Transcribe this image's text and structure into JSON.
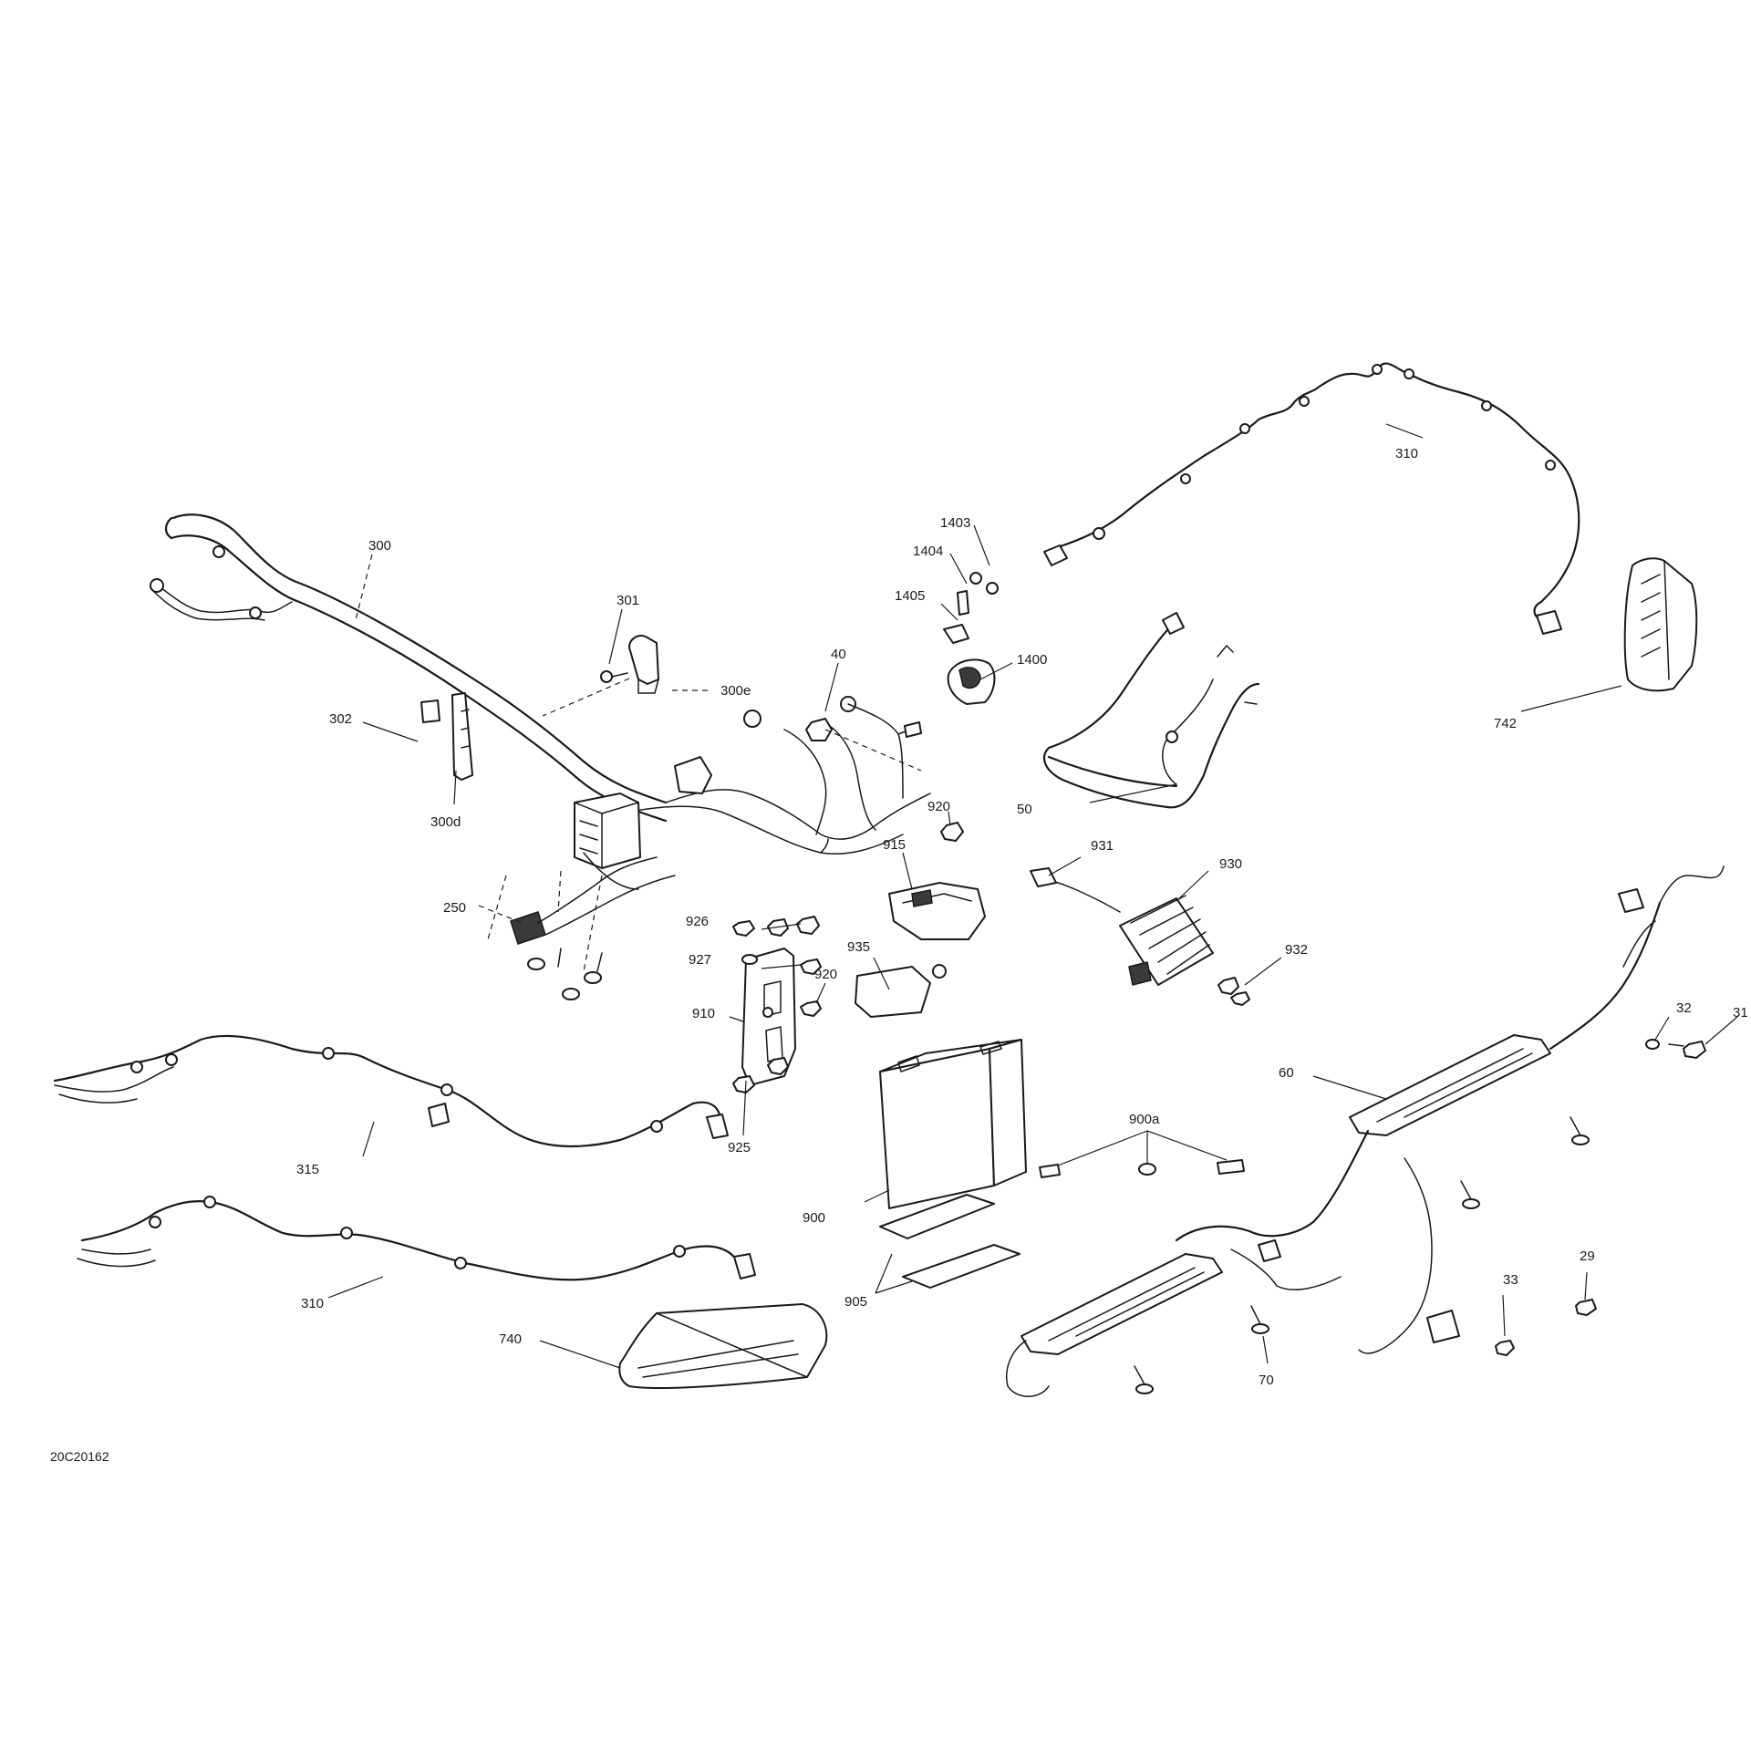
{
  "figure_code": "20C20162",
  "callouts": {
    "c300": "300",
    "c301": "301",
    "c300e": "300e",
    "c302": "302",
    "c300d": "300d",
    "c250": "250",
    "c40": "40",
    "c1403": "1403",
    "c1404": "1404",
    "c1405": "1405",
    "c1400": "1400",
    "c310_top": "310",
    "c742": "742",
    "c50": "50",
    "c920_top": "920",
    "c915": "915",
    "c926": "926",
    "c927": "927",
    "c920_mid": "920",
    "c935": "935",
    "c910": "910",
    "c931": "931",
    "c930": "930",
    "c932": "932",
    "c32": "32",
    "c31": "31",
    "c60": "60",
    "c900a": "900a",
    "c315": "315",
    "c925": "925",
    "c900": "900",
    "c310_bottom": "310",
    "c905": "905",
    "c740": "740",
    "c33": "33",
    "c29": "29",
    "c70": "70"
  }
}
